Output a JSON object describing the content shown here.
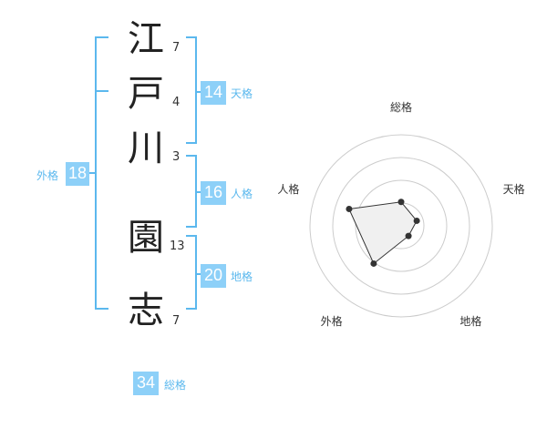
{
  "characters": [
    {
      "char": "江",
      "strokes": "7"
    },
    {
      "char": "戸",
      "strokes": "4"
    },
    {
      "char": "川",
      "strokes": "3"
    },
    {
      "char": "園",
      "strokes": "13"
    },
    {
      "char": "志",
      "strokes": "7"
    }
  ],
  "kaku": {
    "tenkaku": {
      "value": "14",
      "label": "天格"
    },
    "jinkaku": {
      "value": "16",
      "label": "人格"
    },
    "chikaku": {
      "value": "20",
      "label": "地格"
    },
    "gaikaku": {
      "value": "18",
      "label": "外格"
    },
    "soukaku": {
      "value": "34",
      "label": "総格"
    }
  },
  "chart_data": {
    "type": "radar",
    "axes": [
      "総格",
      "天格",
      "地格",
      "外格",
      "人格"
    ],
    "values": [
      1.05,
      0.72,
      0.55,
      2.05,
      2.4
    ],
    "max": 4,
    "rings": 4,
    "colors": {
      "fill": "#f0f0f0",
      "ring": "#cccccc",
      "line": "#333333",
      "accent": "#5bb8ee",
      "box": "#8dd0f8"
    }
  }
}
